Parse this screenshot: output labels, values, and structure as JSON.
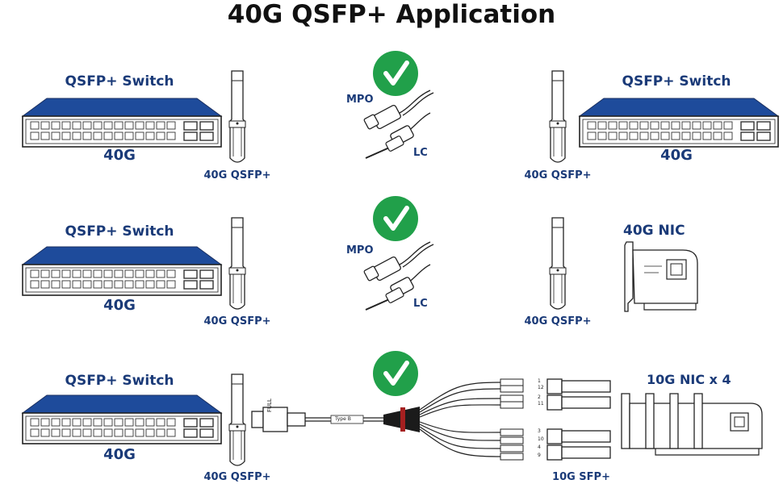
{
  "title": "40G QSFP+ Application",
  "colors": {
    "switch_blue": "#1e4b9b",
    "label_blue": "#1a3a78",
    "check_green": "#21a04a"
  },
  "rows": [
    {
      "left_switch_label": "QSFP+ Switch",
      "left_speed": "40G",
      "left_module": "40G QSFP+",
      "status_icon": "checkmark-icon",
      "cable_end_a": "MPO",
      "cable_end_b": "LC",
      "right_module": "40G QSFP+",
      "right_device_label": "QSFP+ Switch",
      "right_speed": "40G"
    },
    {
      "left_switch_label": "QSFP+ Switch",
      "left_speed": "40G",
      "left_module": "40G QSFP+",
      "status_icon": "checkmark-icon",
      "cable_end_a": "MPO",
      "cable_end_b": "LC",
      "right_module": "40G QSFP+",
      "right_device_label": "40G NIC"
    },
    {
      "left_switch_label": "QSFP+ Switch",
      "left_speed": "40G",
      "left_module": "40G QSFP+",
      "status_icon": "checkmark-icon",
      "connector_text": "FULL",
      "cable_text": "Type B",
      "breakout_numbers": [
        "1",
        "12",
        "2",
        "11",
        "3",
        "10",
        "4",
        "9"
      ],
      "right_module": "10G SFP+",
      "right_device_label": "10G NIC x 4"
    }
  ]
}
